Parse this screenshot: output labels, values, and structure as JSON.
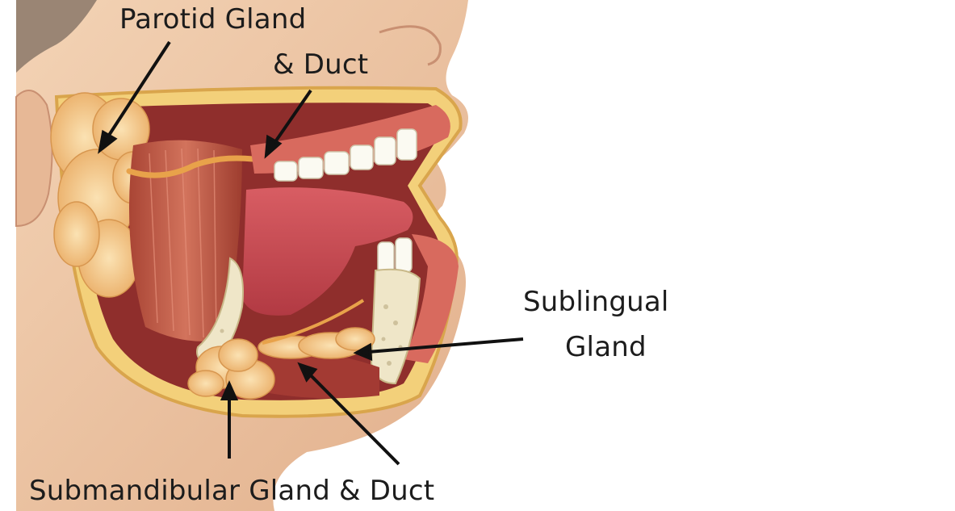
{
  "labels": {
    "parotid": "Parotid Gland",
    "parotid_duct": "& Duct",
    "sublingual_line1": "Sublingual",
    "sublingual_line2": "Gland",
    "submandibular": "Submandibular Gland & Duct"
  },
  "colors": {
    "skin": "#f0c8a6",
    "skin_shadow": "#d9a37f",
    "muscle": "#c55b45",
    "mouth": "#b3343a",
    "tongue": "#cf4d55",
    "gland": "#f2c27e",
    "gland_light": "#f8dba6",
    "bone": "#efe6c8",
    "teeth": "#fbfaf2",
    "arrow": "#111111"
  }
}
